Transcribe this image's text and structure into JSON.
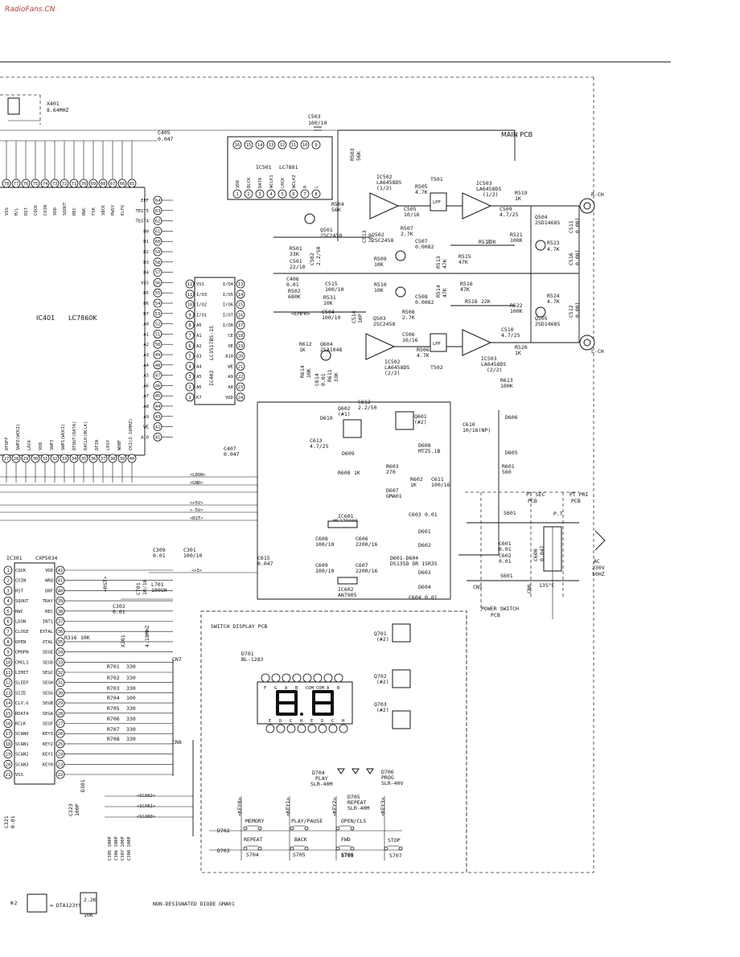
{
  "watermark": "RadioFans.CN",
  "ic401": {
    "name": "IC401",
    "part": "LC7860K",
    "top_pins": [
      "78",
      "77",
      "76",
      "75",
      "74",
      "73",
      "72",
      "71",
      "70",
      "69",
      "68",
      "67",
      "66",
      "65"
    ],
    "top_labels": [
      "VSS",
      "M/L",
      "RST",
      "CQCK",
      "COIN",
      "VDD",
      "SQOUT",
      "REC",
      "RWC",
      "FSK",
      "SBCK",
      "PWSY",
      "ELFG"
    ],
    "right_labels": [
      "EFF",
      "TEST5",
      "TEST4",
      "D0",
      "D1",
      "D2",
      "D3",
      "D4",
      "VSS",
      "D5",
      "D6",
      "D7",
      "A0",
      "A1",
      "A2",
      "A3",
      "A4",
      "A5",
      "A6",
      "A7",
      "A8",
      "A9",
      "WE",
      "A10"
    ],
    "right_pins": [
      "64",
      "63",
      "62",
      "61",
      "60",
      "59",
      "58",
      "57",
      "56",
      "55",
      "54",
      "53",
      "52",
      "51",
      "50",
      "49",
      "48",
      "47",
      "46",
      "45",
      "44",
      "43",
      "42",
      "41"
    ],
    "bottom_pins": [
      "27",
      "28",
      "29",
      "30",
      "31",
      "32",
      "33",
      "34",
      "35",
      "36",
      "37",
      "38",
      "39",
      "40"
    ],
    "bottom_labels": [
      "DFOFF",
      "SWP2(WCK2)",
      "LRCK",
      "VDD",
      "SWP3",
      "SWP1(WCK1)",
      "DFOUT(DATA)",
      "DACLK(BCLK)",
      "DFIN",
      "LRSY",
      "WDBF",
      "CK2(2.16MHZ)"
    ]
  },
  "ic402": {
    "name": "IC402",
    "part": "LC3517BS-15",
    "left_pins": [
      "12",
      "11",
      "10",
      "9",
      "8",
      "7",
      "6",
      "5",
      "4",
      "3",
      "2",
      "1"
    ],
    "left_labels": [
      "VSS",
      "I/O3",
      "I/O2",
      "I/O1",
      "A0",
      "A1",
      "A2",
      "A3",
      "A4",
      "A5",
      "A6",
      "K7"
    ],
    "right_pins": [
      "13",
      "14",
      "15",
      "16",
      "17",
      "18",
      "19",
      "20",
      "21",
      "22",
      "23",
      "24"
    ],
    "right_labels": [
      "I/O4",
      "I/O5",
      "I/O6",
      "I/O7",
      "I/O8",
      "CE",
      "OE",
      "A10",
      "WE",
      "A9",
      "A8",
      "VDD"
    ]
  },
  "ic501": {
    "name": "IC501",
    "part": "LC7881",
    "pins_top": [
      "16",
      "15",
      "14",
      "13",
      "12",
      "11",
      "10",
      "9"
    ],
    "pins_bottom": [
      "1",
      "2",
      "3",
      "4",
      "5",
      "6",
      "7",
      "8"
    ],
    "labels": [
      "VDD",
      "BLCK",
      "DATA",
      "WCLK1",
      "LRCK",
      "WCLK2",
      "R",
      "L"
    ]
  },
  "ic301": {
    "name": "IC301",
    "part": "CXP5034",
    "left_pins": [
      "1",
      "2",
      "3",
      "4",
      "5",
      "6",
      "7",
      "8",
      "9",
      "10",
      "11",
      "12",
      "13",
      "14",
      "15",
      "16",
      "17",
      "18",
      "19",
      "20",
      "21"
    ],
    "left_labels": [
      "CQCK",
      "COIN",
      "RST",
      "SQOUT",
      "RWC",
      "LDON",
      "CLOSE",
      "OPEN",
      "CMOPN",
      "CMCLS",
      "LIMIT",
      "SLEEP",
      "SIZE",
      "CLV.G",
      "RDATA",
      "RCLK",
      "SCAN0",
      "SCAN1",
      "SCAN2",
      "SCAN3",
      "VSS"
    ],
    "right_pins": [
      "42",
      "41",
      "40",
      "39",
      "38",
      "37",
      "36",
      "35",
      "34",
      "33",
      "32",
      "31",
      "30",
      "29",
      "28",
      "27",
      "26",
      "25",
      "24",
      "23",
      "22"
    ],
    "right_labels": [
      "VDD",
      "WRQ",
      "DRF",
      "TRAY",
      "REC",
      "INT1",
      "EXTAL",
      "XTAL",
      "SEGE",
      "SEGD",
      "SEGC",
      "SEGH",
      "SEGG",
      "SEGB",
      "SEGA",
      "SEGF",
      "KEY3",
      "KEY2",
      "KEY1",
      "KEY0",
      ""
    ]
  },
  "labels": {
    "x401": "X401",
    "x401_freq": "8.64MHZ",
    "c503": "C503",
    "c503_v": "100/10",
    "c405": "C405",
    "c405_v": "0.047",
    "main_pcb": "MAIN PCB",
    "ic502_top": "IC502",
    "ic502_top_p": "LA6458DS",
    "ic502_top_h": "(1/2)",
    "ic502_bot": "IC502",
    "ic502_bot_p": "LA6458DS",
    "ic502_bot_h": "(2/2)",
    "ic503_top": "IC503",
    "ic503_top_p": "LA6458DS",
    "ic503_top_h": "(1/2)",
    "ic503_bot": "IC503",
    "ic503_bot_p": "LA6458DS",
    "ic503_bot_h": "(2/2)",
    "t501": "T501",
    "t502": "T502",
    "lpf": "LPF",
    "r_ch": "R-CH",
    "l_ch": "L-CH",
    "r503": "R503",
    "r503_v": "56K",
    "r504": "R504",
    "r504_v": "56K",
    "r505": "R505",
    "r505_v": "4.7K",
    "c505": "C505",
    "c505_v": "10/16",
    "c509": "C509",
    "c509_v": "4.7/25",
    "r519": "R519",
    "r519_v": "1K",
    "q504": "Q504",
    "q504_p": "2SD1468S",
    "r521": "R521",
    "r521_v": "100K",
    "r523": "R523",
    "r523_v": "4.7K",
    "c511": "C511",
    "c511_v": "0.001",
    "c516": "C516",
    "c516_v": "0.001",
    "r507": "R507",
    "r507_v": "2.7K",
    "c507": "C507",
    "c507_v": "0.0082",
    "r517": "R517",
    "r517_v": "22K",
    "q501": "Q501",
    "q501_p": "2SC2458",
    "q502": "Q502",
    "q502_p": "2SC2458",
    "r501": "R501",
    "r501_v": "33K",
    "c502": "C502",
    "c502_v": "2.2/50",
    "c501": "C501",
    "c501_v": "22/10",
    "c513": "C513",
    "c513_v": "10P",
    "r509": "R509",
    "r509_v": "10K",
    "r513": "R513",
    "r513_v": "47K",
    "r515": "R515",
    "r515_v": "47K",
    "c406": "C406",
    "c406_v": "0.01",
    "c515": "C515",
    "c515_v": "100/10",
    "r502": "R502",
    "r502_v": "680K",
    "r510": "R510",
    "r510_v": "10K",
    "r514": "R514",
    "r514_v": "47K",
    "r516": "R516",
    "r516_v": "47K",
    "c508": "C508",
    "c508_v": "0.0082",
    "r518": "R518",
    "r518_v": "22K",
    "r522": "R522",
    "r522_v": "100K",
    "r524": "R524",
    "r524_v": "4.7K",
    "q505": "Q505",
    "q505_p": "2SD1468S",
    "c512": "C512",
    "c512_v": "0.001",
    "r531": "R531",
    "r531_v": "10K",
    "c504": "C504",
    "c504_v": "100/10",
    "emph": "<EMPH>",
    "r508": "R508",
    "r508_v": "2.7K",
    "q503": "Q503",
    "q503_p": "2SC2458",
    "c514": "C514",
    "c514_v": "10P",
    "c506": "C506",
    "c506_v": "10/16",
    "r506": "R506",
    "r506_v": "4.7K",
    "c510": "C510",
    "c510_v": "4.7/25",
    "r520": "R520",
    "r520_v": "1K",
    "r612": "R612",
    "r612_v": "1K",
    "q604": "Q604",
    "q604_p": "2SA1048",
    "r614": "R614",
    "r614_v": "10K",
    "c614": "C614",
    "c614_v": "0.01",
    "r611": "R611",
    "r611_v": "33K",
    "r613": "R613",
    "r613_v": "100K",
    "c612": "C612",
    "c612_v": "2.2/50",
    "d610": "D610",
    "q602": "Q602",
    "q602_t": "(#1)",
    "q601": "Q601",
    "q601_t": "(#2)",
    "c613": "C613",
    "c613_v": "4.7/25",
    "d609": "D609",
    "d608": "D608",
    "d608_p": "MTZ5.1B",
    "r608": "R608",
    "r608_v": "1K",
    "r603": "R603",
    "r603_v": "270",
    "r602": "R602",
    "r602_v": "1K",
    "c611": "C611",
    "c611_v": "100/16",
    "d607": "D607",
    "d607_p": "GMA01",
    "c610": "C610",
    "c610_v": "10/16(NP)",
    "d606": "D606",
    "d605": "D605",
    "r601": "R601",
    "r601_v": "560",
    "c407": "C407",
    "c407_v": "0.047",
    "bus_ldon": "<LDON>",
    "bus_gnd": "<GND>",
    "bus_5v": "<+5V>",
    "bus_m5v": "<-5V>",
    "bus_rst": "<RST>",
    "bus_ref": "<+5V>",
    "ic601": "IC601",
    "ic601_p": "M5278005",
    "c603": "C603",
    "c603_v": "0.01",
    "d601": "D601",
    "d602": "D602",
    "c608": "C608",
    "c608_v": "100/10",
    "c606": "C606",
    "c606_v": "2200/16",
    "c615": "C615",
    "c615_v": "0.047",
    "c609": "C609",
    "c609_v": "100/10",
    "c607": "C607",
    "c607_v": "2200/16",
    "d601_d604": "D601-D604",
    "d601_d604_p": "DS135D OR 1SR35",
    "d603": "D603",
    "d604": "D604",
    "c604": "C604",
    "c604_v": "0.01",
    "ic602": "IC602",
    "ic602_p": "AN7905",
    "c309": "C309",
    "c309_v": "0.01",
    "c301": "C301",
    "c301_v": "100/10",
    "vcc5": "<+5>",
    "rst": "<RST>",
    "c302": "C302",
    "c302_v": "0.01",
    "c701": "C701",
    "c701_v": "10/16",
    "l701": "L701",
    "l701_v": "100UH",
    "r316": "R316",
    "r316_v": "10K",
    "x301": "X301",
    "x301_f": "4.19MHZ",
    "pt_sec": "PT SEC",
    "pt_sec_2": "PCB",
    "pt_pri": "PT PRI",
    "pt_pri_2": "PCB",
    "s601": "S601",
    "c601": "C601",
    "c601_v": "0.01",
    "c602": "C602",
    "c602_v": "0.01",
    "c600": "C600",
    "c600_v": "0.047",
    "cn5": "CN5",
    "cn6": "CN6",
    "pt": "P.T",
    "temp": "135°C",
    "ac": "AC",
    "ac_v": "230V",
    "ac_f": "50HZ",
    "power_switch": "POWER SWITCH",
    "power_switch_2": "PCB",
    "switch_display": "SWITCH DISPLAY PCB",
    "cn7": "CN7",
    "cn8": "CN8",
    "d701": "D701",
    "d701_p": "BL-1283",
    "seg_top": [
      "F",
      "G",
      "A",
      "B",
      "COM",
      "COM",
      "A",
      "B"
    ],
    "seg_bot": [
      "E",
      "D",
      "C",
      "H",
      "E",
      "D",
      "C",
      "H"
    ],
    "q701": "Q701",
    "q701_t": "(#2)",
    "q702": "Q702",
    "q702_t": "(#2)",
    "q703": "Q703",
    "q703_t": "(#2)",
    "r701": "R701",
    "r701_v": "330",
    "r702": "R702",
    "r702_v": "330",
    "r703": "R703",
    "r703_v": "330",
    "r704": "R704",
    "r704_v": "100",
    "r705": "R705",
    "r705_v": "330",
    "r706": "R706",
    "r706_v": "330",
    "r707": "R707",
    "r707_v": "330",
    "r708": "R708",
    "r708_v": "330",
    "d704": "D704",
    "d704_n": "PLAY",
    "d704_p": "SLR-40M",
    "d705": "D705",
    "d705_n": "REPEAT",
    "d705_p": "SLR-40M",
    "d706": "D706",
    "d706_n": "PROG",
    "d706_p": "SLR-40V",
    "key0": "<KEY0>",
    "key1": "<KEY1>",
    "key2": "<KEY2>",
    "key3": "<KEY3>",
    "scan2": "<SCAN2>",
    "scan1": "<SCAN1>",
    "scan0": "<SCAN0>",
    "d702": "D702",
    "d703": "D703",
    "memory": "MEMORY",
    "repeat": "REPEAT",
    "play_pause": "PLAY/PAUSE",
    "back": "BACK",
    "open_cls": "OPEN/CLS",
    "fwd": "FWD",
    "stop": "STOP",
    "s704": "S704",
    "s705": "S705",
    "s703": "S703",
    "s706": "S706",
    "s707": "S707",
    "d301": "D301",
    "c321": "C321",
    "c321_v": "0.01",
    "c323": "C323",
    "c323_v": "100P",
    "caps_bottom": [
      "C305 100P",
      "C306 100P",
      "C307 100P",
      "C308 100P"
    ],
    "note_mark": "※2",
    "note_part": "= DTA123YS",
    "note_r1": "2.2K",
    "note_r2": "10K",
    "note_diode": "NON-DESIGNATED DIODE GMA01"
  }
}
